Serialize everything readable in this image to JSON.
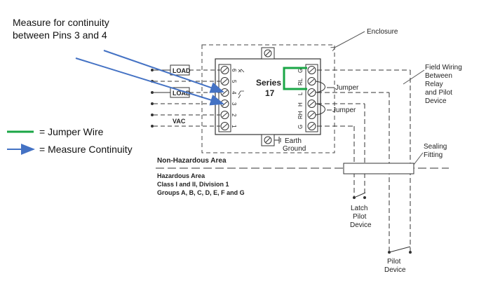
{
  "annotation": {
    "line1": "Measure for continuity",
    "line2": "between Pins 3 and 4"
  },
  "legend": {
    "jumper_wire": "= Jumper Wire",
    "measure_continuity": "= Measure Continuity",
    "jumper_color": "#1aa646",
    "measure_color": "#4472c4"
  },
  "enclosure_label": "Enclosure",
  "series": {
    "line1": "Series",
    "line2": "17"
  },
  "left_labels": {
    "load_top": "LOAD",
    "load_bottom": "LOAD",
    "vac": "VAC"
  },
  "left_pins": [
    "6",
    "5",
    "4",
    "3",
    "2",
    "1"
  ],
  "right_pins": [
    "G",
    "RL",
    "L",
    "H",
    "RH",
    "G"
  ],
  "jumpers": {
    "top": "Jumper",
    "bottom": "Jumper"
  },
  "earth_ground": {
    "line1": "Earth",
    "line2": "Ground"
  },
  "field_wiring": [
    "Field Wiring",
    "Between",
    "Relay",
    "and Pilot",
    "Device"
  ],
  "sealing": [
    "Sealing",
    "Fitting"
  ],
  "non_hazardous": "Non-Hazardous Area",
  "hazardous": {
    "title": "Hazardous Area",
    "line2": "Class I and II, Division 1",
    "line3": "Groups A, B, C, D, E, F and G"
  },
  "latch_device": [
    "Latch",
    "Pilot",
    "Device"
  ],
  "pilot_device": [
    "Pilot",
    "Device"
  ]
}
